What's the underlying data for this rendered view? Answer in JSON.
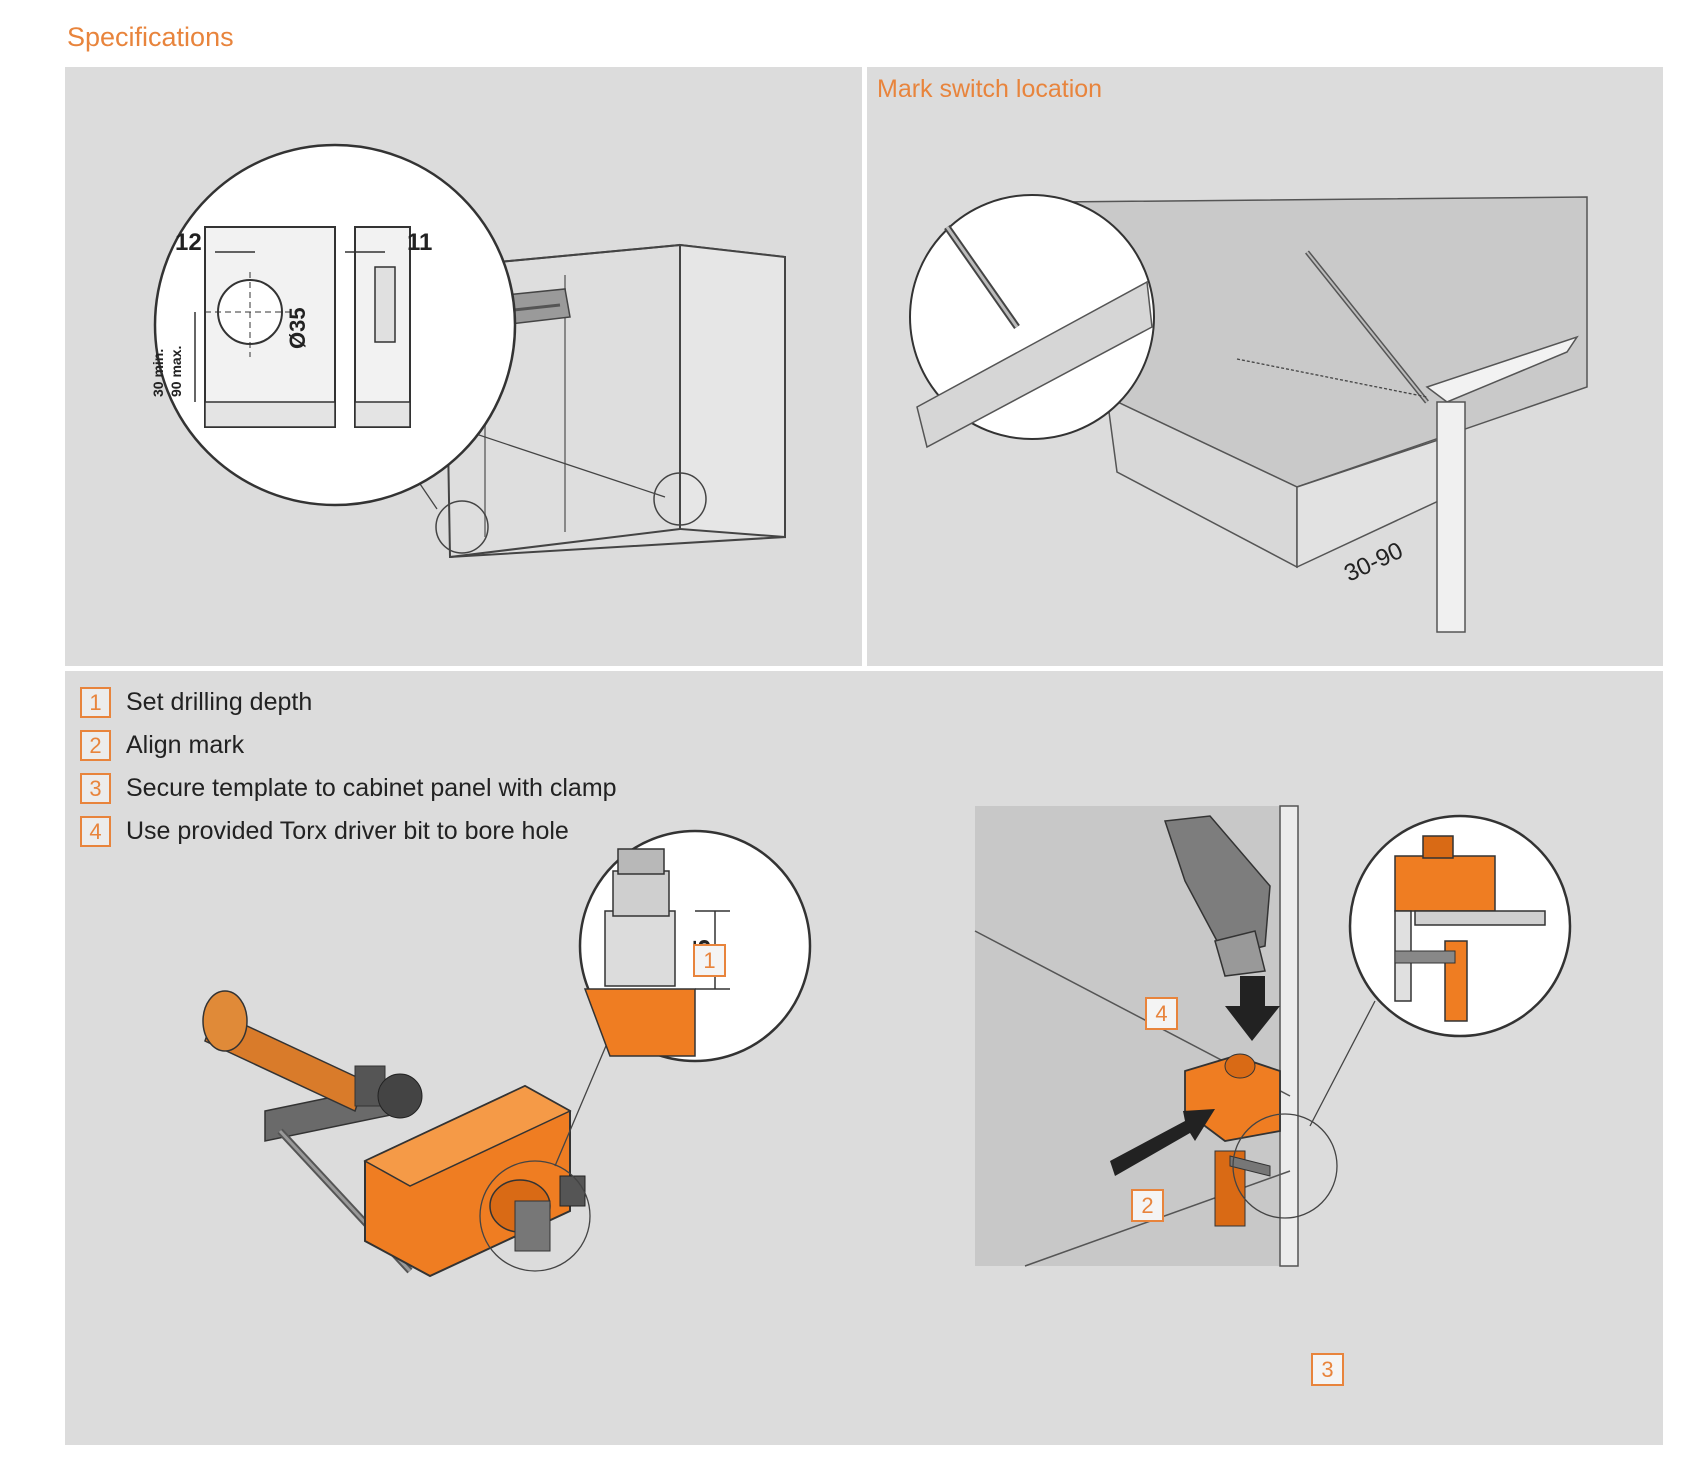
{
  "page": {
    "title": "Specifications"
  },
  "spec_panel": {
    "dimensions": {
      "a": "12",
      "b": "11",
      "diameter": "Ø35",
      "min": "30 min.",
      "max": "90 max."
    }
  },
  "mark_panel": {
    "title": "Mark switch location",
    "range": "30-90"
  },
  "steps": [
    {
      "num": "1",
      "text": "Set drilling depth"
    },
    {
      "num": "2",
      "text": "Align mark"
    },
    {
      "num": "3",
      "text": "Secure template to cabinet panel with clamp"
    },
    {
      "num": "4",
      "text": "Use provided Torx driver bit to bore hole"
    }
  ],
  "detail": {
    "depth": "15"
  },
  "colors": {
    "accent": "#e8843c",
    "panel": "#dcdcdc",
    "orange_part": "#ef7d22"
  }
}
